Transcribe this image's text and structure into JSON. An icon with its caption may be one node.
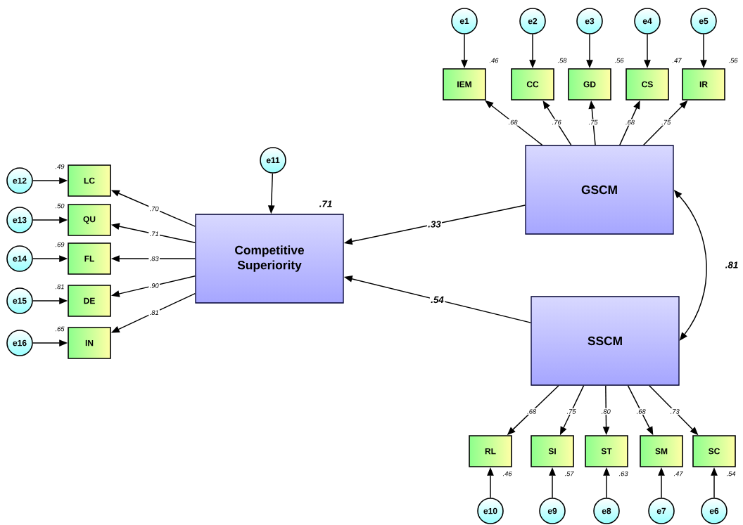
{
  "diagram": {
    "nodes": [
      {
        "text": [
          "Competitive Superiority"
        ],
        "beside": [
          ".71"
        ]
      },
      {
        "text": [
          "GSCM"
        ]
      },
      {
        "text": [
          "SSCM"
        ]
      },
      {
        "text": [
          "IEM"
        ],
        "beside": [
          ".46"
        ]
      },
      {
        "text": [
          "CC"
        ],
        "beside": [
          ".58"
        ]
      },
      {
        "text": [
          "GD"
        ],
        "beside": [
          ".56"
        ]
      },
      {
        "text": [
          "CS"
        ],
        "beside": [
          ".47"
        ]
      },
      {
        "text": [
          "IR"
        ],
        "beside": [
          ".56"
        ]
      },
      {
        "text": [
          "RL"
        ],
        "beside": [
          ".46"
        ]
      },
      {
        "text": [
          "SI"
        ],
        "beside": [
          ".57"
        ]
      },
      {
        "text": [
          "ST"
        ],
        "beside": [
          ".63"
        ]
      },
      {
        "text": [
          "SM"
        ],
        "beside": [
          ".47"
        ]
      },
      {
        "text": [
          "SC"
        ],
        "beside": [
          ".54"
        ]
      },
      {
        "text": [
          "LC"
        ],
        "beside": [
          ".49"
        ]
      },
      {
        "text": [
          "QU"
        ],
        "beside": [
          ".50"
        ]
      },
      {
        "text": [
          "FL"
        ],
        "beside": [
          ".69"
        ]
      },
      {
        "text": [
          "DE"
        ],
        "beside": [
          ".81"
        ]
      },
      {
        "text": [
          "IN"
        ],
        "beside": [
          ".65"
        ]
      },
      {
        "text": [
          "e1"
        ]
      },
      {
        "text": [
          "e2"
        ]
      },
      {
        "text": [
          "e3"
        ]
      },
      {
        "text": [
          "e4"
        ]
      },
      {
        "text": [
          "e5"
        ]
      },
      {
        "text": [
          "e6"
        ]
      },
      {
        "text": [
          "e7"
        ]
      },
      {
        "text": [
          "e8"
        ]
      },
      {
        "text": [
          "e9"
        ]
      },
      {
        "text": [
          "e10"
        ]
      },
      {
        "text": [
          "e11"
        ]
      },
      {
        "text": [
          "e12"
        ]
      },
      {
        "text": [
          "e13"
        ]
      },
      {
        "text": [
          "e14"
        ]
      },
      {
        "text": [
          "e15"
        ]
      },
      {
        "text": [
          "e16"
        ]
      }
    ],
    "edges": [
      {
        "from": 1,
        "to": 3,
        "arrow": "to",
        "label": ".68"
      },
      {
        "from": 1,
        "to": 4,
        "arrow": "to",
        "label": ".76"
      },
      {
        "from": 1,
        "to": 5,
        "arrow": "to",
        "label": ".75"
      },
      {
        "from": 1,
        "to": 6,
        "arrow": "to",
        "label": ".68"
      },
      {
        "from": 1,
        "to": 7,
        "arrow": "to",
        "label": ".75"
      },
      {
        "from": 2,
        "to": 8,
        "arrow": "to",
        "label": ".68"
      },
      {
        "from": 2,
        "to": 9,
        "arrow": "to",
        "label": ".75"
      },
      {
        "from": 2,
        "to": 10,
        "arrow": "to",
        "label": ".80"
      },
      {
        "from": 2,
        "to": 11,
        "arrow": "to",
        "label": ".68"
      },
      {
        "from": 2,
        "to": 12,
        "arrow": "to",
        "label": ".73"
      },
      {
        "from": 0,
        "to": 13,
        "arrow": "to",
        "label": ".70"
      },
      {
        "from": 0,
        "to": 14,
        "arrow": "to",
        "label": ".71"
      },
      {
        "from": 0,
        "to": 15,
        "arrow": "to",
        "label": ".83"
      },
      {
        "from": 0,
        "to": 16,
        "arrow": "to",
        "label": ".90"
      },
      {
        "from": 0,
        "to": 17,
        "arrow": "to",
        "label": ".81"
      },
      {
        "from": 1,
        "to": 0,
        "arrow": "to",
        "label": ".33"
      },
      {
        "from": 2,
        "to": 0,
        "arrow": "to",
        "label": ".54"
      },
      {
        "from": 1,
        "to": 2,
        "arrow": "both",
        "label": ".81"
      },
      {
        "from": 18,
        "to": 3,
        "arrow": "to"
      },
      {
        "from": 19,
        "to": 4,
        "arrow": "to"
      },
      {
        "from": 20,
        "to": 5,
        "arrow": "to"
      },
      {
        "from": 21,
        "to": 6,
        "arrow": "to"
      },
      {
        "from": 22,
        "to": 7,
        "arrow": "to"
      },
      {
        "from": 23,
        "to": 12,
        "arrow": "to"
      },
      {
        "from": 24,
        "to": 11,
        "arrow": "to"
      },
      {
        "from": 25,
        "to": 10,
        "arrow": "to"
      },
      {
        "from": 26,
        "to": 9,
        "arrow": "to"
      },
      {
        "from": 27,
        "to": 8,
        "arrow": "to"
      },
      {
        "from": 28,
        "to": 0,
        "arrow": "to"
      },
      {
        "from": 29,
        "to": 13,
        "arrow": "to"
      },
      {
        "from": 30,
        "to": 14,
        "arrow": "to"
      },
      {
        "from": 31,
        "to": 15,
        "arrow": "to"
      },
      {
        "from": 32,
        "to": 16,
        "arrow": "to"
      },
      {
        "from": 33,
        "to": 17,
        "arrow": "to"
      }
    ]
  }
}
